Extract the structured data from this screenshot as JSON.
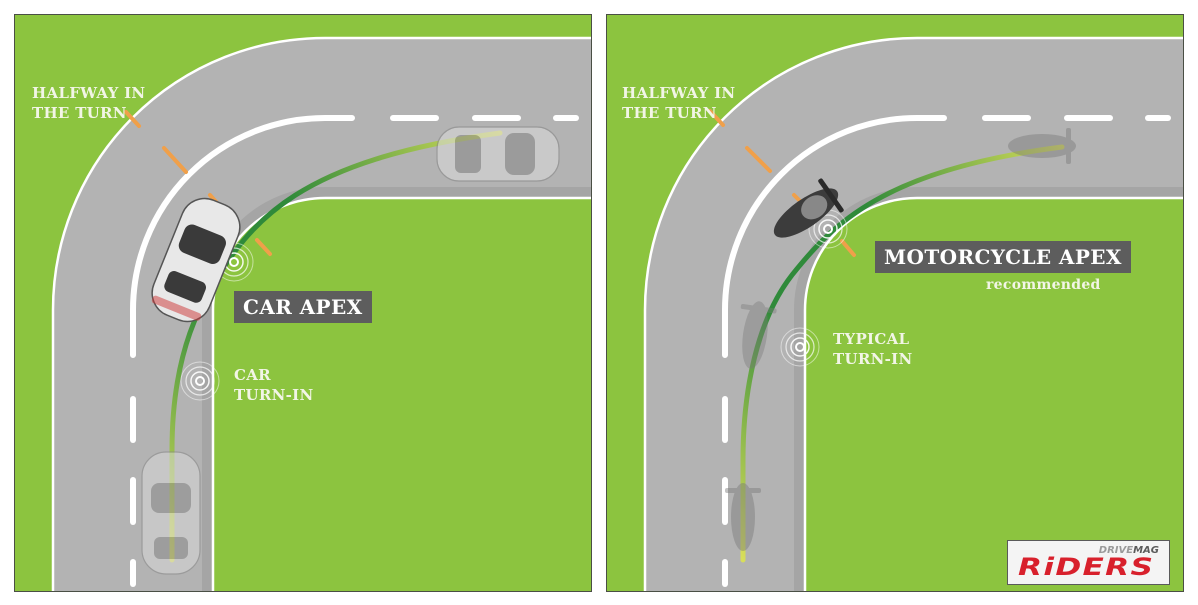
{
  "colors": {
    "grass": "#8cc43f",
    "road": "#b3b3b3",
    "shoulder": "#a3a3a3",
    "line": "#ffffff",
    "marker": "#f0a04a",
    "line_green": "#2f8a3a",
    "line_yellow": "#d8de5a",
    "label_box": "#5d5d5d",
    "logo_red": "#d8202c"
  },
  "left_panel": {
    "halfway_label": "HALFWAY IN\nTHE TURN",
    "apex_label": "CAR APEX",
    "turnin_label": "CAR\nTURN-IN",
    "vehicle": "car"
  },
  "right_panel": {
    "halfway_label": "HALFWAY IN\nTHE TURN",
    "apex_label": "MOTORCYCLE APEX",
    "apex_sub": "recommended",
    "turnin_label": "TYPICAL\nTURN-IN",
    "vehicle": "motorcycle"
  },
  "logo": {
    "top_left": "DRIVE",
    "top_right": "MAG",
    "main": "RiDERS"
  }
}
